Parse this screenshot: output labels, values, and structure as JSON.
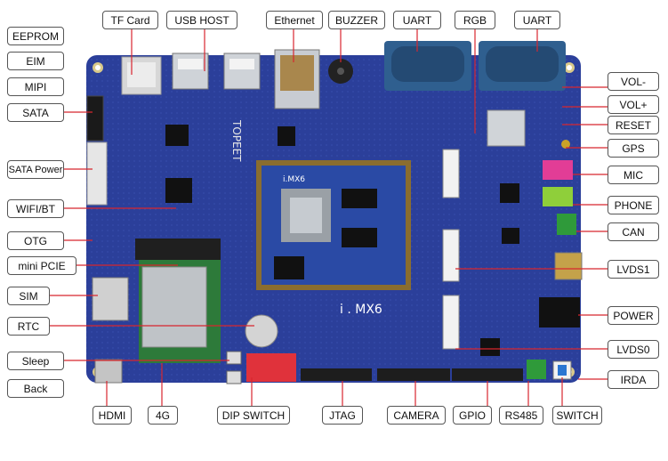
{
  "board": {
    "logo_text": "TOPEET",
    "chip_label": "i . MX6",
    "soc_marking": "i.MX6"
  },
  "labels": {
    "tf_card": "TF Card",
    "usb_host": "USB HOST",
    "ethernet": "Ethernet",
    "buzzer": "BUZZER",
    "uart_1": "UART",
    "rgb": "RGB",
    "uart_2": "UART",
    "eeprom": "EEPROM",
    "eim": "EIM",
    "mipi": "MIPI",
    "sata": "SATA",
    "sata_power": "SATA Power",
    "wifi_bt": "WIFI/BT",
    "otg": "OTG",
    "mini_pcie": "mini PCIE",
    "sim": "SIM",
    "rtc": "RTC",
    "sleep": "Sleep",
    "back": "Back",
    "hdmi": "HDMI",
    "4g": "4G",
    "dip_switch": "DIP SWITCH",
    "jtag": "JTAG",
    "camera": "CAMERA",
    "gpio": "GPIO",
    "rs485": "RS485",
    "switch": "SWITCH",
    "vol_minus": "VOL-",
    "vol_plus": "VOL+",
    "reset": "RESET",
    "gps": "GPS",
    "mic": "MIC",
    "phone": "PHONE",
    "can": "CAN",
    "lvds1": "LVDS1",
    "power": "POWER",
    "lvds0": "LVDS0",
    "irda": "IRDA"
  },
  "colors": {
    "pcb": "#2b3f9a",
    "pcb_dark": "#1e2e7a",
    "leader_line": "#d8262e",
    "label_border": "#555555",
    "mic_jack": "#e23d96",
    "phone_jack": "#8fcf3a",
    "terminal_green": "#2f9a3a",
    "db9_blue": "#2f5f8f"
  }
}
